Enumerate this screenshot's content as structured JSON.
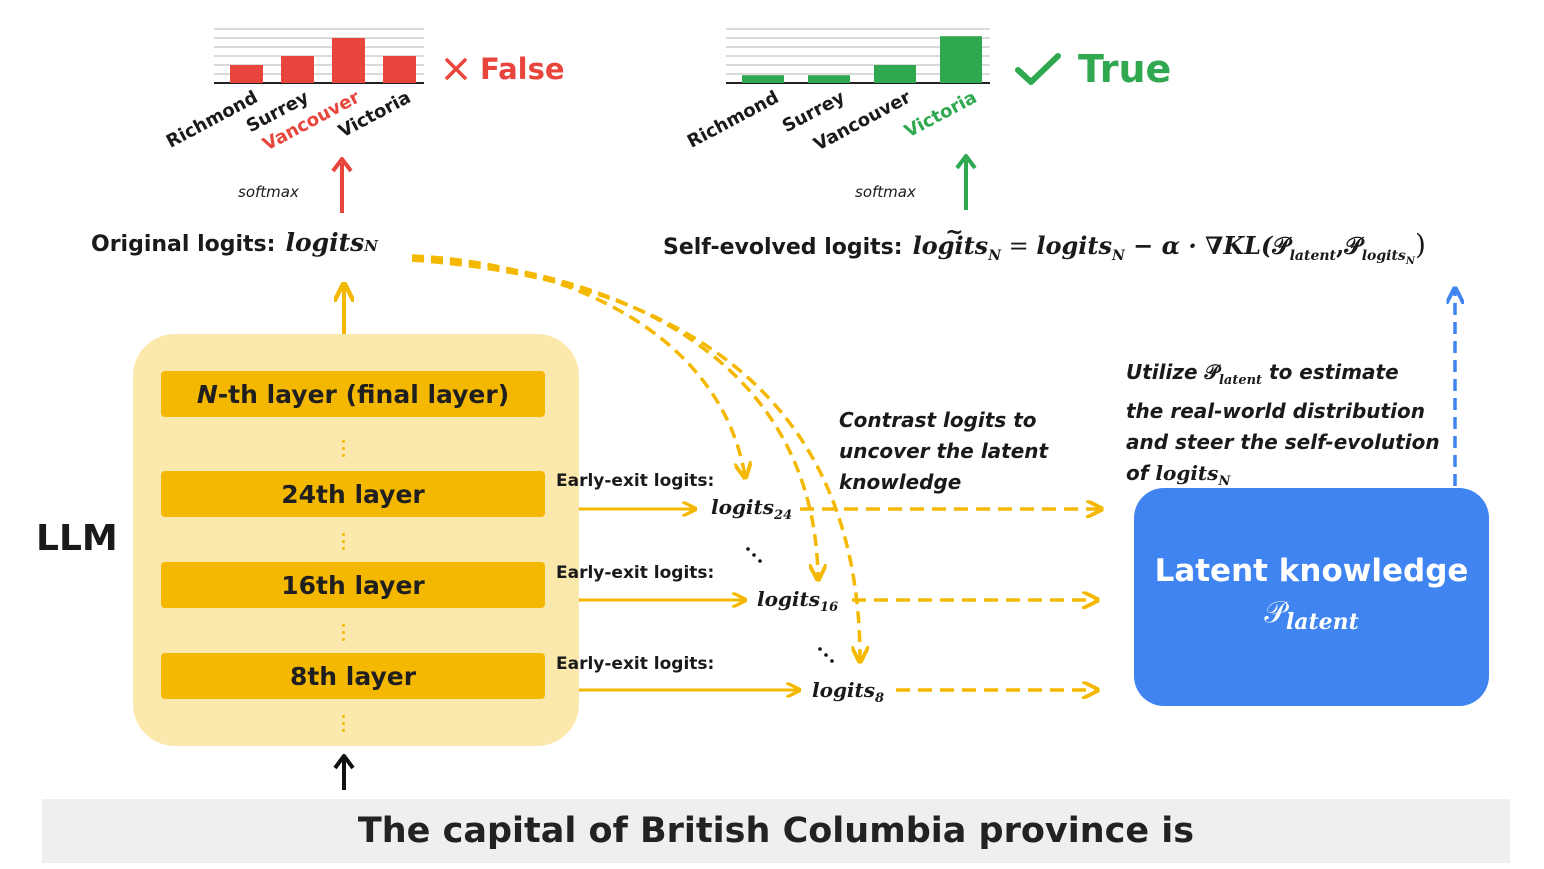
{
  "colors": {
    "accent_yellow": "#f5b800",
    "llm_bg": "#fbe8ad",
    "false_red": "#e8453c",
    "true_green": "#2fa84f",
    "blue": "#3f84f0",
    "prompt_bg": "#eeeff1"
  },
  "left_chart": {
    "categories": [
      "Richmond",
      "Surrey",
      "Vancouver",
      "Victoria"
    ],
    "values": [
      0.3,
      0.45,
      0.75,
      0.45
    ],
    "highlight": "Vancouver",
    "verdict_icon": "cross-icon",
    "verdict": "False",
    "softmax": "softmax"
  },
  "right_chart": {
    "categories": [
      "Richmond",
      "Surrey",
      "Vancouver",
      "Victoria"
    ],
    "values": [
      0.13,
      0.13,
      0.3,
      0.78
    ],
    "highlight": "Victoria",
    "verdict_icon": "check-icon",
    "verdict": "True",
    "softmax": "softmax"
  },
  "original": {
    "label": "Original logits:",
    "var": "logits",
    "sub": "N"
  },
  "evolved": {
    "label": "Self-evolved logits:",
    "formula_lhs": "logits",
    "sub_n": "N",
    "eq": " = ",
    "rhs_a": "logits",
    "rhs_b": " − α · ∇KL(",
    "p1": "𝒫",
    "p1_sub": "latent",
    "comma": ",",
    "p2": "𝒫",
    "p2_sub": "logits",
    "p2_subsub": "N",
    "close": ")"
  },
  "llm": {
    "label": "LLM",
    "layers": [
      "-th layer (final layer)",
      "24th layer",
      "16th layer",
      "8th layer"
    ],
    "final_prefix": "N"
  },
  "early_exit": {
    "label": "Early-exit logits:",
    "items": [
      {
        "var": "logits",
        "sub": "24"
      },
      {
        "var": "logits",
        "sub": "16"
      },
      {
        "var": "logits",
        "sub": "8"
      }
    ]
  },
  "contrast_text": [
    "Contrast logits to",
    "uncover the latent",
    "knowledge"
  ],
  "utilize": {
    "line1_a": "Utilize ",
    "line1_p": "𝒫",
    "line1_psub": "latent",
    "line1_b": " to estimate",
    "line2": "the real-world distribution",
    "line3": "and steer the self-evolution",
    "line4_a": "of ",
    "line4_var": "logits",
    "line4_sub": "N"
  },
  "latent_box": {
    "title": "Latent knowledge",
    "p": "𝒫",
    "p_sub": "latent"
  },
  "prompt": "The capital of British Columbia province is"
}
